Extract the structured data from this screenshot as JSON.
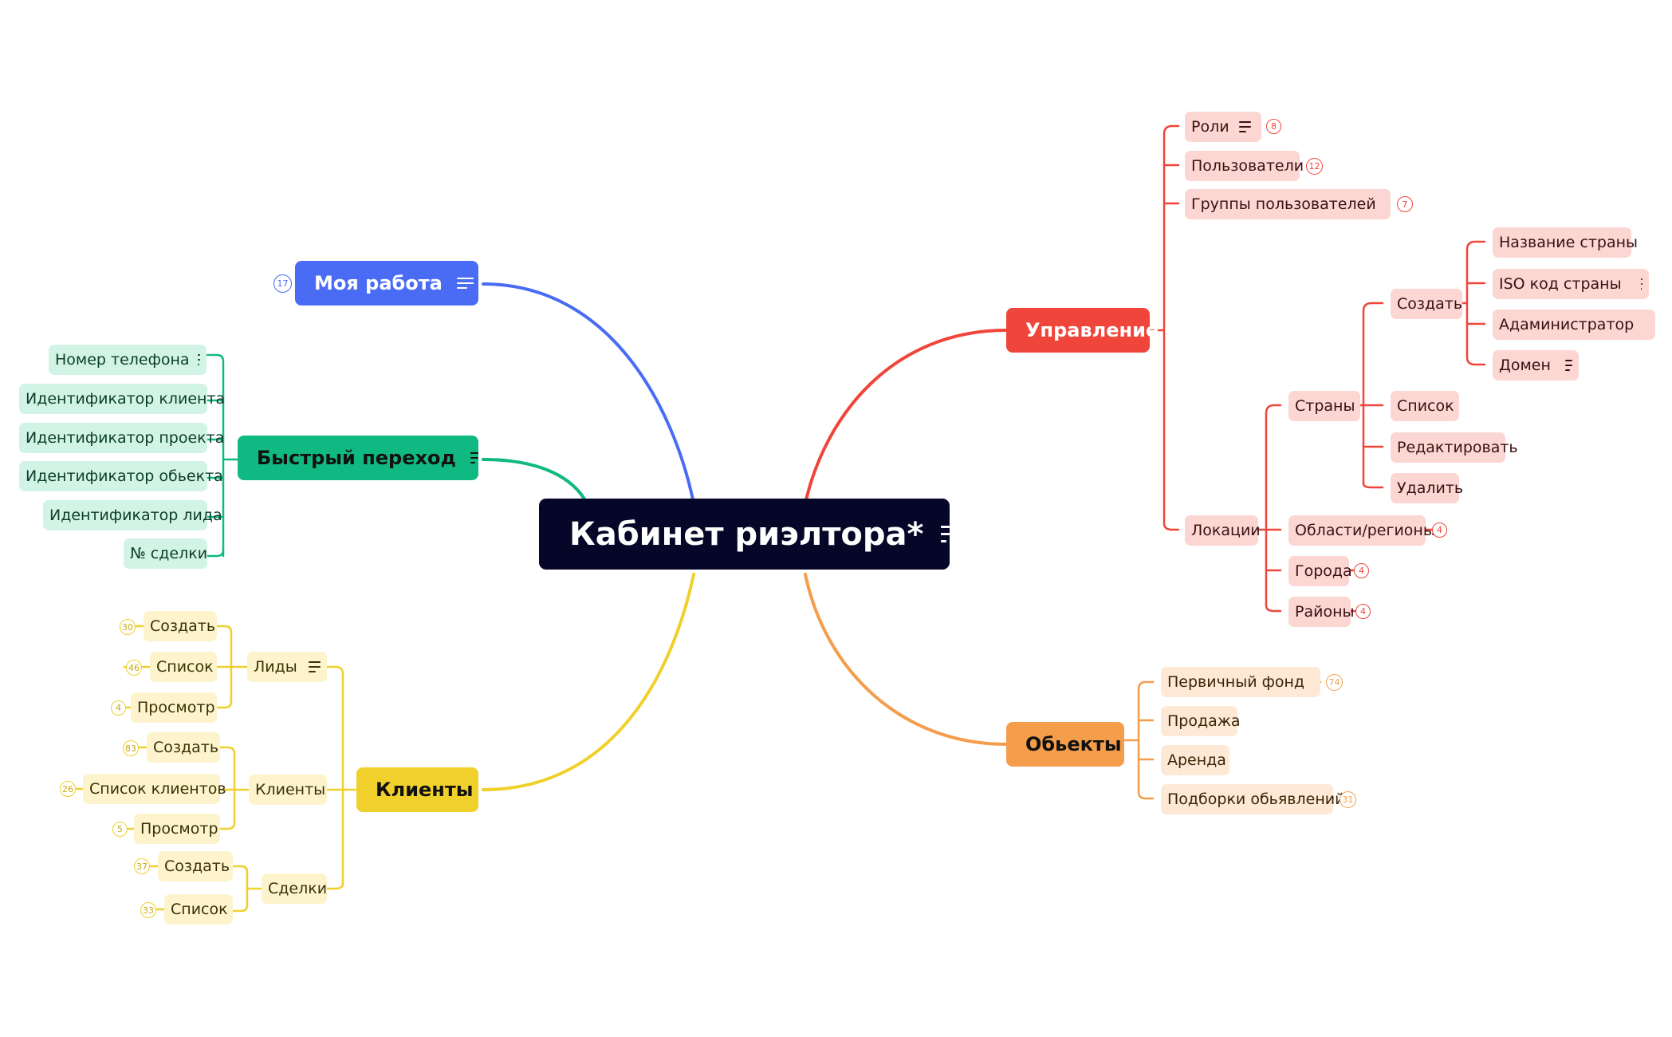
{
  "root": {
    "label": "Кабинет риэлтора*"
  },
  "branches": {
    "my_work": {
      "label": "Моя работа",
      "count": "17"
    },
    "quick_jump": {
      "label": "Быстрый переход",
      "items": [
        "Номер телефона",
        "Идентификатор клиента",
        "Идентификатор проекта",
        "Идентификатор обьекта",
        "Идентификатор лида",
        "№ сделки"
      ]
    },
    "clients": {
      "label": "Клиенты",
      "leads": {
        "label": "Лиды",
        "items": [
          {
            "label": "Создать",
            "count": "30"
          },
          {
            "label": "Список",
            "count": "46"
          },
          {
            "label": "Просмотр",
            "count": "4"
          }
        ]
      },
      "clients": {
        "label": "Клиенты",
        "items": [
          {
            "label": "Создать",
            "count": "83"
          },
          {
            "label": "Список клиентов",
            "count": "26"
          },
          {
            "label": "Просмотр",
            "count": "5"
          }
        ]
      },
      "deals": {
        "label": "Сделки",
        "items": [
          {
            "label": "Создать",
            "count": "37"
          },
          {
            "label": "Список",
            "count": "33"
          }
        ]
      }
    },
    "management": {
      "label": "Управление",
      "roles": {
        "label": "Роли",
        "count": "8"
      },
      "users": {
        "label": "Пользователи",
        "count": "12"
      },
      "user_groups": {
        "label": "Группы пользователей",
        "count": "7"
      },
      "locations": {
        "label": "Локации",
        "countries": {
          "label": "Страны",
          "create": {
            "label": "Создать",
            "fields": [
              "Название страны",
              "ISO код страны",
              "Адаминистратор",
              "Домен"
            ]
          },
          "list": "Список",
          "edit": "Редактировать",
          "delete": "Удалить"
        },
        "regions": {
          "label": "Области/регионы",
          "count": "4"
        },
        "cities": {
          "label": "Города",
          "count": "4"
        },
        "districts": {
          "label": "Районы",
          "count": "4"
        }
      }
    },
    "objects": {
      "label": "Обьекты",
      "primary": {
        "label": "Первичный фонд",
        "count": "74"
      },
      "sale": "Продажа",
      "rent": "Аренда",
      "collections": {
        "label": "Подборки обьявлений",
        "count": "31"
      }
    }
  },
  "colors": {
    "root": "#060628",
    "blue": "#4a6cf5",
    "green": "#10b981",
    "yellow": "#f0d02a",
    "red": "#f0453a",
    "orange": "#f49d4a"
  }
}
